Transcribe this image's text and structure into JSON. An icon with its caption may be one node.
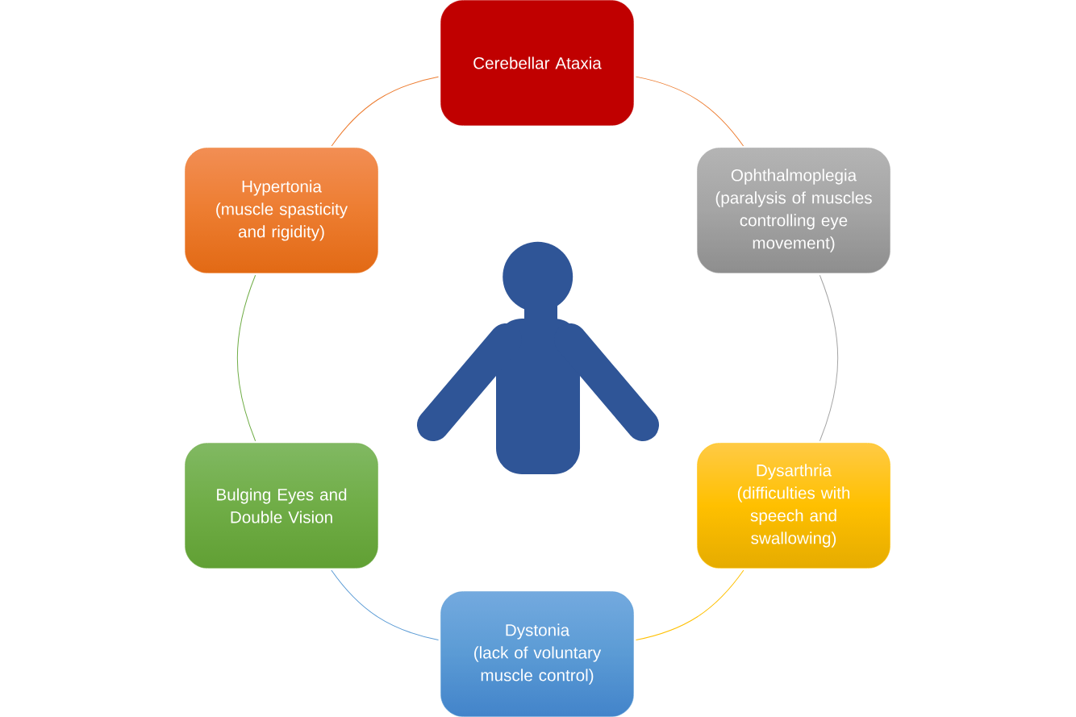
{
  "diagram": {
    "nodes": [
      {
        "text": [
          "Cerebellar Ataxia"
        ]
      },
      {
        "text": [
          "Ophthalmoplegia",
          "(paralysis of muscles controlling eye movement)"
        ]
      },
      {
        "text": [
          "Dysarthria",
          "(difficulties with speech and swallowing)"
        ]
      },
      {
        "text": [
          "Dystonia",
          "(lack of voluntary muscle control)"
        ]
      },
      {
        "text": [
          "Bulging Eyes and Double Vision"
        ]
      },
      {
        "text": [
          "Hypertonia",
          "(muscle spasticity and rigidity)"
        ]
      }
    ],
    "edges": [
      {
        "from": 0,
        "to": 1,
        "arrow": "none",
        "color": "#ed7d31"
      },
      {
        "from": 1,
        "to": 2,
        "arrow": "none",
        "color": "#a5a5a5"
      },
      {
        "from": 2,
        "to": 3,
        "arrow": "none",
        "color": "#ffc000"
      },
      {
        "from": 3,
        "to": 4,
        "arrow": "none",
        "color": "#5b9bd5"
      },
      {
        "from": 4,
        "to": 5,
        "arrow": "none",
        "color": "#70ad47"
      },
      {
        "from": 5,
        "to": 0,
        "arrow": "none",
        "color": "#ed7d31"
      }
    ]
  }
}
